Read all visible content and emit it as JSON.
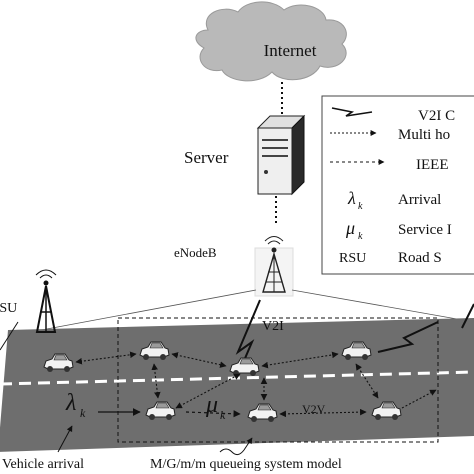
{
  "diagram": {
    "cloud_label": "Internet",
    "server_label": "Server",
    "enodeb_label": "eNodeB",
    "rsu_label": "RSU",
    "v2i_label": "V2I",
    "v2v_label": "V2V",
    "lambda_symbol": "λ",
    "lambda_sub": "k",
    "mu_symbol": "μ",
    "mu_sub": "k",
    "vehicle_arrival_label": "Vehicle arrival",
    "queue_model_label": "M/G/m/m queueing system model",
    "legend": {
      "row1": "V2I C",
      "row2": "Multi ho",
      "row3": "IEEE",
      "row4_symbol": "λ",
      "row4_sub": "k",
      "row4_text": "Arrival",
      "row5_symbol": "μ",
      "row5_sub": "k",
      "row5_text": "Service I",
      "row6_symbol": "RSU",
      "row6_text": "Road S"
    }
  },
  "colors": {
    "road": "#6e6e6e",
    "road_stripe": "#ffffff",
    "cloud": "#b8b8b8",
    "ink": "#111111"
  }
}
